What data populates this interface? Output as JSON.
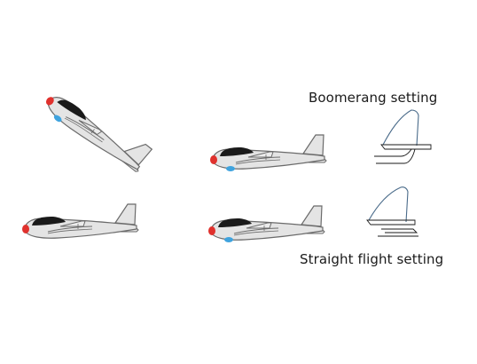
{
  "labels": {
    "boomerang": "Boomerang setting",
    "straight": "Straight flight setting"
  },
  "colors": {
    "fuselage": "#e4e4e4",
    "outline": "#6b6b6b",
    "canopy": "#1a1a1a",
    "nose": "#e0312d",
    "belly": "#3fa3de",
    "tail_detail_line": "#4a6b8a"
  },
  "figures": [
    {
      "name": "glider-climbing",
      "has_belly_light": true
    },
    {
      "name": "glider-boomerang-level",
      "has_belly_light": true
    },
    {
      "name": "glider-plain",
      "has_belly_light": false
    },
    {
      "name": "glider-straight-level",
      "has_belly_light": true
    },
    {
      "name": "tail-boomerang-detail",
      "elevator": "bent-up"
    },
    {
      "name": "tail-straight-detail",
      "elevator": "flat"
    }
  ]
}
